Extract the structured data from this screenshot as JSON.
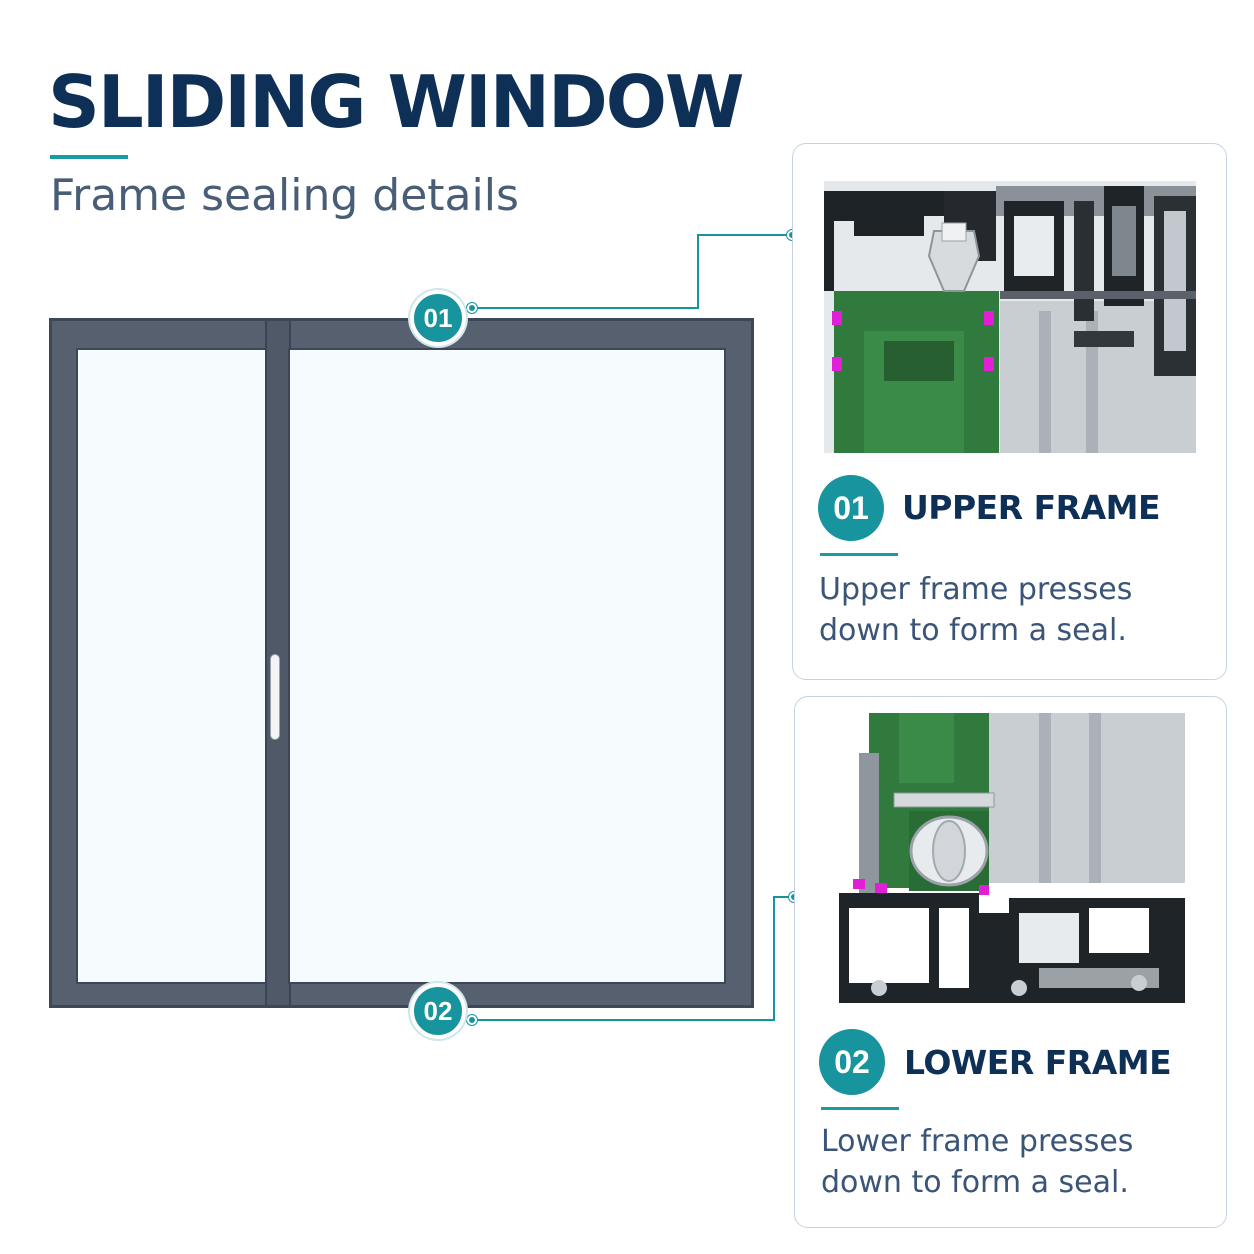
{
  "header": {
    "title": "SLIDING WINDOW",
    "subtitle": "Frame sealing details"
  },
  "callouts": [
    {
      "number": "01"
    },
    {
      "number": "02"
    }
  ],
  "cards": [
    {
      "number": "01",
      "title": "UPPER FRAME",
      "description": "Upper frame presses down to form a seal."
    },
    {
      "number": "02",
      "title": "LOWER FRAME",
      "description": "Lower frame presses down to form a seal."
    }
  ],
  "colors": {
    "navy": "#0e2f56",
    "teal": "#17949d",
    "frame": "#4f5968",
    "glass": "#f6fbfe",
    "seal": "#e01fd6",
    "thermal_break": "#2f7a3c"
  }
}
